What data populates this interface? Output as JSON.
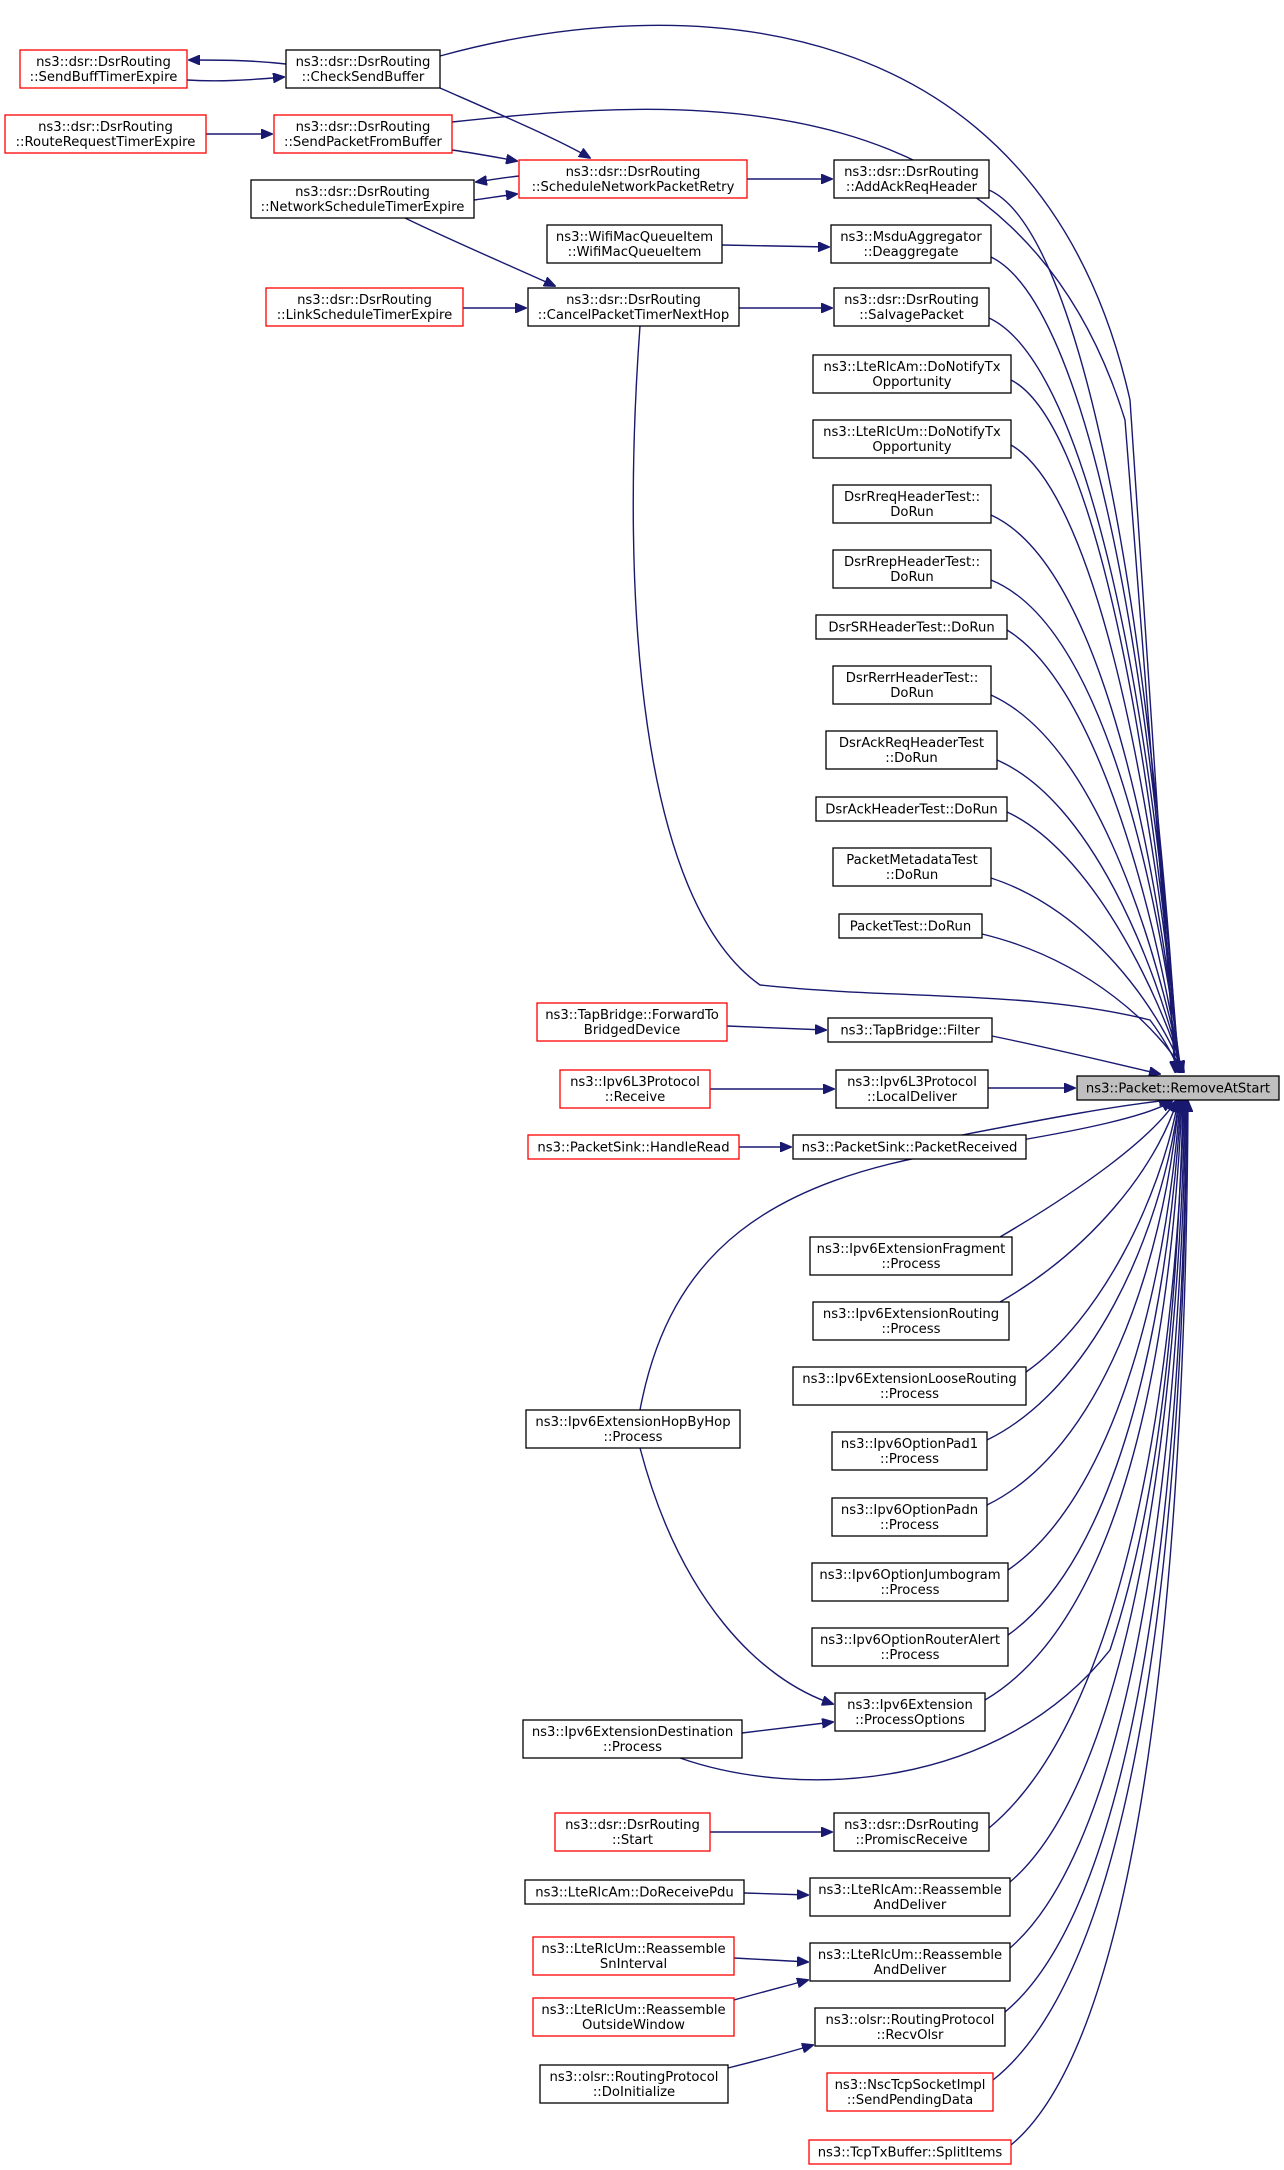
{
  "colors": {
    "edge": "#191970",
    "highlight_fill": "#bfbfbf",
    "incomplete_border": "#ff0000",
    "node_border": "#000000"
  },
  "root": {
    "id": "root",
    "lines": [
      "ns3::Packet::RemoveAtStart"
    ]
  },
  "nodes": [
    {
      "id": "sendBuffTimerExpire",
      "lines": [
        "ns3::dsr::DsrRouting",
        "::SendBuffTimerExpire"
      ],
      "incomplete": true
    },
    {
      "id": "checkSendBuffer",
      "lines": [
        "ns3::dsr::DsrRouting",
        "::CheckSendBuffer"
      ]
    },
    {
      "id": "routeRequestTimerExpire",
      "lines": [
        "ns3::dsr::DsrRouting",
        "::RouteRequestTimerExpire"
      ],
      "incomplete": true
    },
    {
      "id": "sendPacketFromBuffer",
      "lines": [
        "ns3::dsr::DsrRouting",
        "::SendPacketFromBuffer"
      ],
      "incomplete": true
    },
    {
      "id": "networkScheduleTimerExpire",
      "lines": [
        "ns3::dsr::DsrRouting",
        "::NetworkScheduleTimerExpire"
      ]
    },
    {
      "id": "scheduleNetworkPacketRetry",
      "lines": [
        "ns3::dsr::DsrRouting",
        "::ScheduleNetworkPacketRetry"
      ],
      "incomplete": true
    },
    {
      "id": "addAckReqHeader",
      "lines": [
        "ns3::dsr::DsrRouting",
        "::AddAckReqHeader"
      ]
    },
    {
      "id": "wifiMacQueueItem",
      "lines": [
        "ns3::WifiMacQueueItem",
        "::WifiMacQueueItem"
      ]
    },
    {
      "id": "deaggregate",
      "lines": [
        "ns3::MsduAggregator",
        "::Deaggregate"
      ]
    },
    {
      "id": "linkScheduleTimerExpire",
      "lines": [
        "ns3::dsr::DsrRouting",
        "::LinkScheduleTimerExpire"
      ],
      "incomplete": true
    },
    {
      "id": "cancelPacketTimerNextHop",
      "lines": [
        "ns3::dsr::DsrRouting",
        "::CancelPacketTimerNextHop"
      ]
    },
    {
      "id": "salvagePacket",
      "lines": [
        "ns3::dsr::DsrRouting",
        "::SalvagePacket"
      ]
    },
    {
      "id": "lteRlcAmNotify",
      "lines": [
        "ns3::LteRlcAm::DoNotifyTx",
        "Opportunity"
      ]
    },
    {
      "id": "lteRlcUmNotify",
      "lines": [
        "ns3::LteRlcUm::DoNotifyTx",
        "Opportunity"
      ]
    },
    {
      "id": "dsrReqTest",
      "lines": [
        "DsrRreqHeaderTest::",
        "DoRun"
      ]
    },
    {
      "id": "dsrRepTest",
      "lines": [
        "DsrRrepHeaderTest::",
        "DoRun"
      ]
    },
    {
      "id": "dsrSRTest",
      "lines": [
        "DsrSRHeaderTest::DoRun"
      ]
    },
    {
      "id": "dsrErrTest",
      "lines": [
        "DsrRerrHeaderTest::",
        "DoRun"
      ]
    },
    {
      "id": "dsrAckReqTest",
      "lines": [
        "DsrAckReqHeaderTest",
        "::DoRun"
      ]
    },
    {
      "id": "dsrAckTest",
      "lines": [
        "DsrAckHeaderTest::DoRun"
      ]
    },
    {
      "id": "packetMetadataTest",
      "lines": [
        "PacketMetadataTest",
        "::DoRun"
      ]
    },
    {
      "id": "packetTest",
      "lines": [
        "PacketTest::DoRun"
      ]
    },
    {
      "id": "forwardToBridged",
      "lines": [
        "ns3::TapBridge::ForwardTo",
        "BridgedDevice"
      ],
      "incomplete": true
    },
    {
      "id": "tapFilter",
      "lines": [
        "ns3::TapBridge::Filter"
      ]
    },
    {
      "id": "ipv6Receive",
      "lines": [
        "ns3::Ipv6L3Protocol",
        "::Receive"
      ],
      "incomplete": true
    },
    {
      "id": "localDeliver",
      "lines": [
        "ns3::Ipv6L3Protocol",
        "::LocalDeliver"
      ]
    },
    {
      "id": "handleRead",
      "lines": [
        "ns3::PacketSink::HandleRead"
      ],
      "incomplete": true
    },
    {
      "id": "packetReceived",
      "lines": [
        "ns3::PacketSink::PacketReceived"
      ]
    },
    {
      "id": "extFragment",
      "lines": [
        "ns3::Ipv6ExtensionFragment",
        "::Process"
      ]
    },
    {
      "id": "extRouting",
      "lines": [
        "ns3::Ipv6ExtensionRouting",
        "::Process"
      ]
    },
    {
      "id": "extLoose",
      "lines": [
        "ns3::Ipv6ExtensionLooseRouting",
        "::Process"
      ]
    },
    {
      "id": "hopByHop",
      "lines": [
        "ns3::Ipv6ExtensionHopByHop",
        "::Process"
      ]
    },
    {
      "id": "optPad1",
      "lines": [
        "ns3::Ipv6OptionPad1",
        "::Process"
      ]
    },
    {
      "id": "optPadn",
      "lines": [
        "ns3::Ipv6OptionPadn",
        "::Process"
      ]
    },
    {
      "id": "optJumbo",
      "lines": [
        "ns3::Ipv6OptionJumbogram",
        "::Process"
      ]
    },
    {
      "id": "optRouterAlert",
      "lines": [
        "ns3::Ipv6OptionRouterAlert",
        "::Process"
      ]
    },
    {
      "id": "processOptions",
      "lines": [
        "ns3::Ipv6Extension",
        "::ProcessOptions"
      ]
    },
    {
      "id": "extDestination",
      "lines": [
        "ns3::Ipv6ExtensionDestination",
        "::Process"
      ]
    },
    {
      "id": "dsrStart",
      "lines": [
        "ns3::dsr::DsrRouting",
        "::Start"
      ],
      "incomplete": true
    },
    {
      "id": "promiscReceive",
      "lines": [
        "ns3::dsr::DsrRouting",
        "::PromiscReceive"
      ]
    },
    {
      "id": "lteAmReceivePdu",
      "lines": [
        "ns3::LteRlcAm::DoReceivePdu"
      ]
    },
    {
      "id": "lteAmReassemble",
      "lines": [
        "ns3::LteRlcAm::Reassemble",
        "AndDeliver"
      ]
    },
    {
      "id": "lteUmReassembleSn",
      "lines": [
        "ns3::LteRlcUm::Reassemble",
        "SnInterval"
      ],
      "incomplete": true
    },
    {
      "id": "lteUmReassemble",
      "lines": [
        "ns3::LteRlcUm::Reassemble",
        "AndDeliver"
      ]
    },
    {
      "id": "lteUmOutside",
      "lines": [
        "ns3::LteRlcUm::Reassemble",
        "OutsideWindow"
      ],
      "incomplete": true
    },
    {
      "id": "recvOlsr",
      "lines": [
        "ns3::olsr::RoutingProtocol",
        "::RecvOlsr"
      ]
    },
    {
      "id": "olsrDoInit",
      "lines": [
        "ns3::olsr::RoutingProtocol",
        "::DoInitialize"
      ]
    },
    {
      "id": "nscSendPending",
      "lines": [
        "ns3::NscTcpSocketImpl",
        "::SendPendingData"
      ],
      "incomplete": true
    },
    {
      "id": "splitItems",
      "lines": [
        "ns3::TcpTxBuffer::SplitItems"
      ],
      "incomplete": true
    }
  ]
}
